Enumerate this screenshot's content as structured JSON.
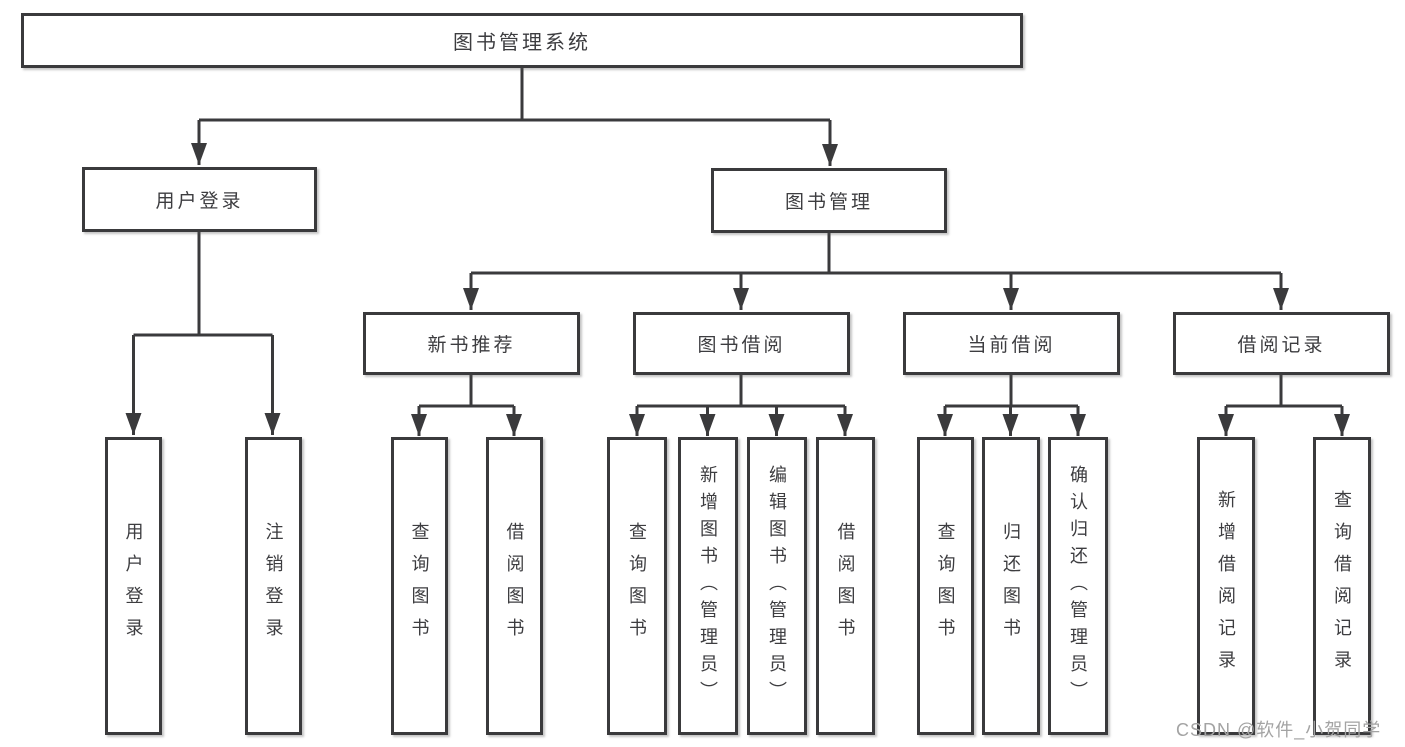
{
  "tree": {
    "root": {
      "label": "图书管理系统"
    },
    "branches": [
      {
        "label": "用户登录",
        "leaves": [
          {
            "label": "用户登录"
          },
          {
            "label": "注销登录"
          }
        ]
      },
      {
        "label": "图书管理",
        "sections": [
          {
            "label": "新书推荐",
            "leaves": [
              {
                "label": "查询图书"
              },
              {
                "label": "借阅图书"
              }
            ]
          },
          {
            "label": "图书借阅",
            "leaves": [
              {
                "label": "查询图书"
              },
              {
                "label": "新增图书（管理员）"
              },
              {
                "label": "编辑图书（管理员）"
              },
              {
                "label": "借阅图书"
              }
            ]
          },
          {
            "label": "当前借阅",
            "leaves": [
              {
                "label": "查询图书"
              },
              {
                "label": "归还图书"
              },
              {
                "label": "确认归还（管理员）"
              }
            ]
          },
          {
            "label": "借阅记录",
            "leaves": [
              {
                "label": "新增借阅记录"
              },
              {
                "label": "查询借阅记录"
              }
            ]
          }
        ]
      }
    ]
  },
  "watermark": {
    "text": "CSDN @软件_小贺同学"
  },
  "colors": {
    "line": "#3a3a3c",
    "text": "#3d3d40",
    "box_background": "#ffffff",
    "watermark": "#a3a3a3",
    "page_background": "#ffffff"
  }
}
